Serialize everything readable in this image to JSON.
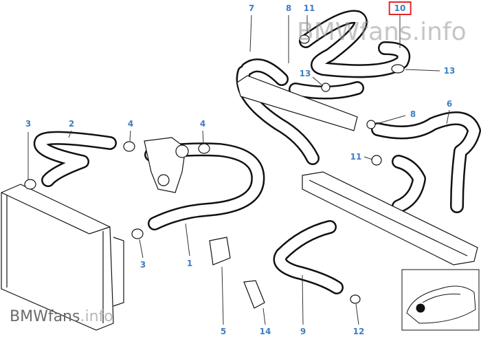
{
  "diagram": {
    "title": "Cooling system hoses",
    "watermark_top": "BMWfans.info",
    "watermark_bottom": {
      "brand": "BMWfans",
      "suffix": ".info"
    },
    "highlight_color": "#e3262b",
    "label_color": "#3f7ec2",
    "callouts": [
      {
        "id": "c7",
        "text": "7"
      },
      {
        "id": "c8a",
        "text": "8"
      },
      {
        "id": "c11a",
        "text": "11"
      },
      {
        "id": "c10",
        "text": "10",
        "highlighted": true
      },
      {
        "id": "c13a",
        "text": "13"
      },
      {
        "id": "c13b",
        "text": "13"
      },
      {
        "id": "c8b",
        "text": "8"
      },
      {
        "id": "c6",
        "text": "6"
      },
      {
        "id": "c3a",
        "text": "3"
      },
      {
        "id": "c2",
        "text": "2"
      },
      {
        "id": "c4a",
        "text": "4"
      },
      {
        "id": "c4b",
        "text": "4"
      },
      {
        "id": "c11b",
        "text": "11"
      },
      {
        "id": "c1",
        "text": "1"
      },
      {
        "id": "c3b",
        "text": "3"
      },
      {
        "id": "c5",
        "text": "5"
      },
      {
        "id": "c14",
        "text": "14"
      },
      {
        "id": "c9",
        "text": "9"
      },
      {
        "id": "c12",
        "text": "12"
      }
    ]
  }
}
